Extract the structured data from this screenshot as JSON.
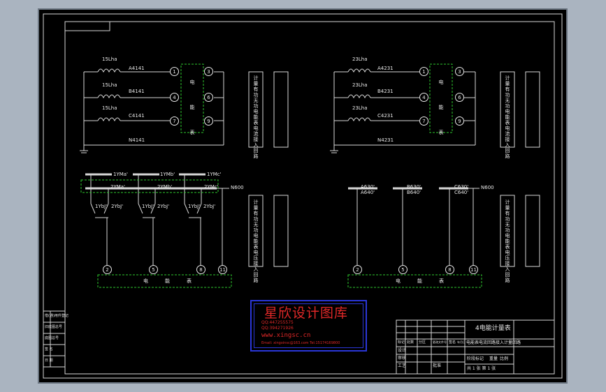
{
  "left_upper": {
    "ct_labels": [
      "15Lha",
      "15Lha",
      "15Lha"
    ],
    "phase_labels": [
      "A4141",
      "B4141",
      "C4141"
    ],
    "neutral_label": "N4141",
    "nodes": [
      "1",
      "4",
      "7",
      "3",
      "6",
      "9"
    ],
    "meter_label": "电能表",
    "box_text": "计量有功无功电能表电流接入回路"
  },
  "right_upper": {
    "ct_labels": [
      "23Lha",
      "23Lha",
      "23Lha"
    ],
    "phase_labels": [
      "A4231",
      "B4231",
      "C4231"
    ],
    "neutral_label": "N4231",
    "nodes": [
      "1",
      "4",
      "7",
      "3",
      "6",
      "9"
    ],
    "meter_label": "电能表",
    "box_text": "计量有功无功电能表电流接入回路"
  },
  "left_lower": {
    "bus_top": [
      "1YMa'",
      "1YMb'",
      "1YMc'"
    ],
    "bus_mid": [
      "2YMa'",
      "2YMb'",
      "2YMc'"
    ],
    "switch_labels": [
      "1YbJ'",
      "2YbJ'",
      "1YbJ'",
      "2YbJ'",
      "1YbJ'",
      "2YbJ'"
    ],
    "neutral_label": "N600",
    "nodes": [
      "2",
      "5",
      "8",
      "11"
    ],
    "meter_label": "电能表",
    "box_text": "计量有功无功电能表电压接入回路"
  },
  "right_lower": {
    "labels": [
      "A630'",
      "A640'",
      "B630'",
      "B640'",
      "C630'",
      "C640'"
    ],
    "neutral_label": "N600",
    "nodes": [
      "2",
      "5",
      "8",
      "11"
    ],
    "meter_label": "电能表",
    "box_text": "计量有功无功电能表电压接入回路"
  },
  "watermark": {
    "title": "星欣设计图库",
    "qq1": "QQ:447255575",
    "qq2": "QQ:394271926",
    "url": "www.xingsc.cn",
    "contact": "Email: xingxinsc@163.com  Tel:15174169800"
  },
  "title_block": {
    "drawing_title": "4电能计量表",
    "subtitle": "电能表电流回路接入计量回路",
    "scale_label": "比例",
    "sheet_info": "共 1 张  第 1 张",
    "headers": [
      "标记",
      "处数",
      "分区",
      "更改文件号",
      "签名",
      "年月日"
    ],
    "rows": [
      "设计",
      "审核",
      "工艺",
      "批准"
    ],
    "stage": "阶段标记",
    "weight": "重量"
  },
  "side_block": [
    "借(通)用件登记",
    "旧底图总号",
    "底图总号",
    "签 名",
    "日 期"
  ]
}
